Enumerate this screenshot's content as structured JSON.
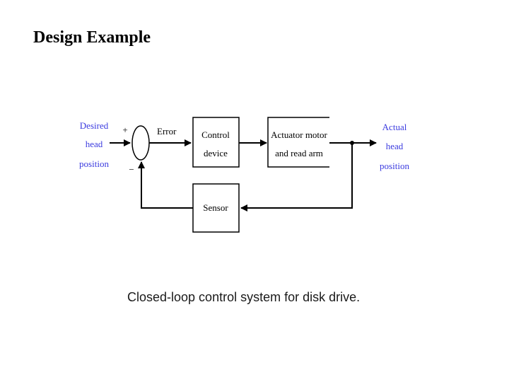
{
  "slide": {
    "title": "Design Example"
  },
  "diagram": {
    "input_label": [
      "Desired",
      "head",
      "position"
    ],
    "output_label": [
      "Actual",
      "head",
      "position"
    ],
    "summing_plus": "+",
    "summing_minus": "−",
    "error_label": "Error",
    "controller_label": [
      "Control",
      "device"
    ],
    "actuator_label": [
      "Actuator motor",
      "and read arm"
    ],
    "sensor_label": "Sensor",
    "caption": "Closed-loop control system for disk drive.",
    "colors": {
      "signal_labels": "#3a3adf",
      "lines": "#000000"
    }
  }
}
